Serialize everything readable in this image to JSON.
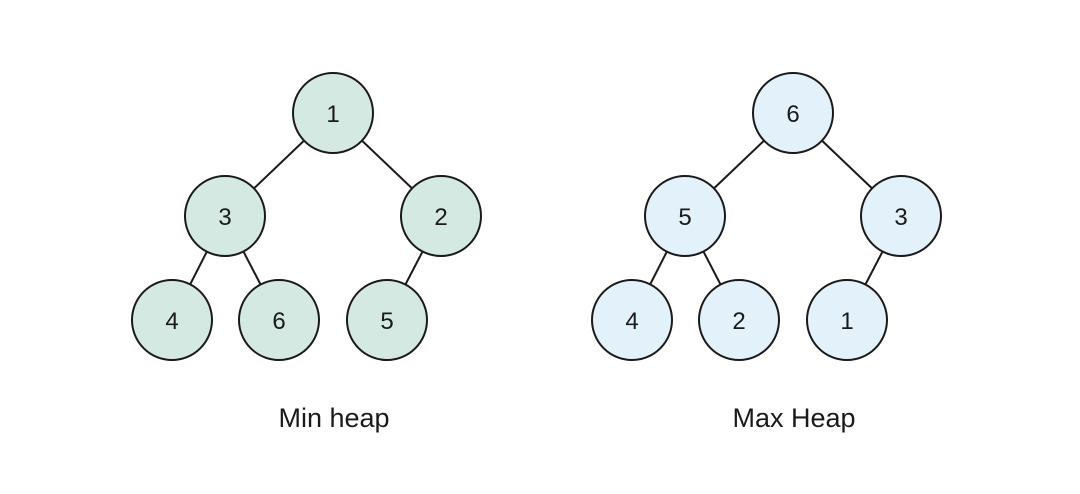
{
  "colors": {
    "min_fill": "#d4e9e2",
    "max_fill": "#e3f1fa",
    "stroke": "#1a1a1a"
  },
  "heaps": [
    {
      "id": "min",
      "caption": "Min heap",
      "nodes": [
        "1",
        "3",
        "2",
        "4",
        "6",
        "5"
      ],
      "edges": [
        [
          0,
          1
        ],
        [
          0,
          2
        ],
        [
          1,
          3
        ],
        [
          1,
          4
        ],
        [
          2,
          5
        ]
      ]
    },
    {
      "id": "max",
      "caption": "Max Heap",
      "nodes": [
        "6",
        "5",
        "3",
        "4",
        "2",
        "1"
      ],
      "edges": [
        [
          0,
          1
        ],
        [
          0,
          2
        ],
        [
          1,
          3
        ],
        [
          1,
          4
        ],
        [
          2,
          5
        ]
      ]
    }
  ]
}
